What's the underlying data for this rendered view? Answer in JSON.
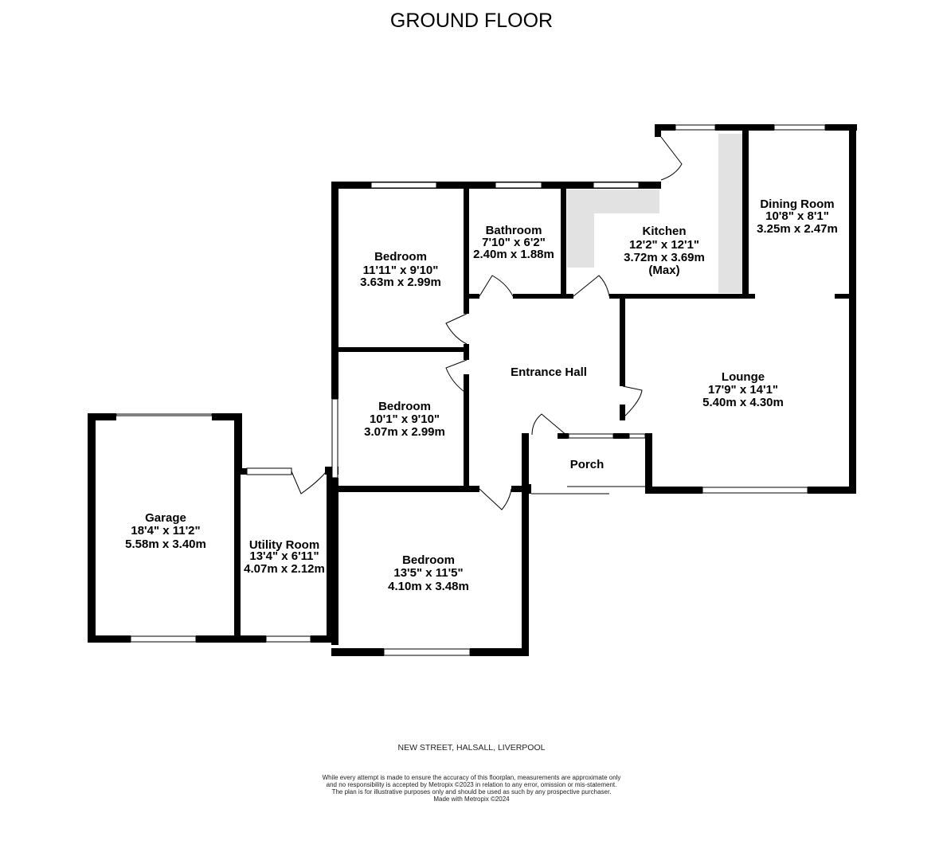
{
  "title": "GROUND FLOOR",
  "rooms": {
    "bedroom1": {
      "name": "Bedroom",
      "imperial": "11'11\"  x 9'10\"",
      "metric": "3.63m  x 2.99m"
    },
    "bathroom": {
      "name": "Bathroom",
      "imperial": "7'10\"  x 6'2\"",
      "metric": "2.40m  x 1.88m"
    },
    "kitchen": {
      "name": "Kitchen",
      "imperial": "12'2\"  x 12'1\"",
      "metric": "3.72m  x 3.69m",
      "note": "(Max)"
    },
    "dining": {
      "name": "Dining Room",
      "imperial": "10'8\"  x 8'1\"",
      "metric": "3.25m  x 2.47m"
    },
    "entrance": {
      "name": "Entrance Hall"
    },
    "lounge": {
      "name": "Lounge",
      "imperial": "17'9\"  x 14'1\"",
      "metric": "5.40m  x 4.30m"
    },
    "bedroom2": {
      "name": "Bedroom",
      "imperial": "10'1\"  x 9'10\"",
      "metric": "3.07m  x 2.99m"
    },
    "porch": {
      "name": "Porch"
    },
    "garage": {
      "name": "Garage",
      "imperial": "18'4\"  x 11'2\"",
      "metric": "5.58m  x 3.40m"
    },
    "utility": {
      "name": "Utility Room",
      "imperial": "13'4\"  x 6'11\"",
      "metric": "4.07m  x 2.12m"
    },
    "bedroom3": {
      "name": "Bedroom",
      "imperial": "13'5\"  x 11'5\"",
      "metric": "4.10m  x 3.48m"
    }
  },
  "address": "NEW STREET, HALSALL, LIVERPOOL",
  "disclaimer": [
    "While every attempt is made to ensure the accuracy of this floorplan, measurements are approximate only",
    "and no responsibility is accepted by Metropix ©2023 in relation to any error, omission or mis-statement.",
    "The plan is for illustrative purposes only and should be used as such by any prospective purchaser.",
    "Made with Metropix ©2024"
  ],
  "colors": {
    "wall": "#000000",
    "fixture": "#e2e2e2",
    "window": "#ffffff"
  }
}
